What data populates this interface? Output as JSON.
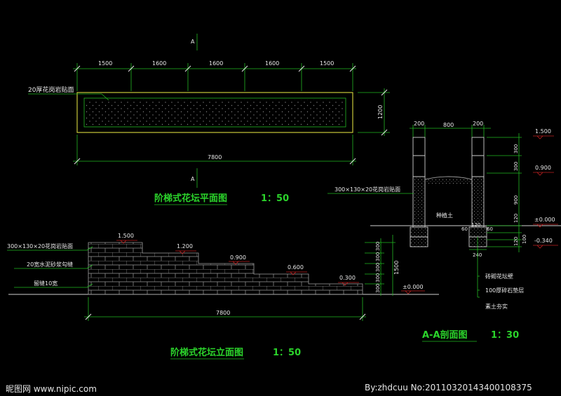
{
  "plan": {
    "section_mark": "A",
    "top_dims": [
      "1500",
      "1600",
      "1600",
      "1600",
      "1500"
    ],
    "total_dim": "7800",
    "side_dim": "1200",
    "callout": "20厚花岗岩贴面",
    "title": "阶梯式花坛平面图",
    "scale": "1：50"
  },
  "elevation": {
    "callouts": [
      "300×130×20花岗岩贴面",
      "20宽水泥砂浆勾缝",
      "留缝10宽"
    ],
    "levels": [
      "1.500",
      "1.200",
      "0.900",
      "0.600",
      "0.300"
    ],
    "base_level": "±0.000",
    "right_dims": [
      "300",
      "300",
      "300",
      "300",
      "300"
    ],
    "total_height": "1500",
    "total_dim": "7800",
    "title": "阶梯式花坛立面图",
    "scale": "1：50"
  },
  "section": {
    "top_dims": [
      "200",
      "800",
      "200"
    ],
    "callout": "300×130×20花岗岩贴面",
    "soil_label": "种植土",
    "right_dims": [
      "300",
      "300",
      "900",
      "120",
      "100",
      "120"
    ],
    "levels": [
      "1.500",
      "0.900",
      "±0.000",
      "-0.340"
    ],
    "bottom_dims": [
      "60",
      "120",
      "60",
      "240"
    ],
    "legend": [
      "砖砌花坛壁",
      "100厚碎石垫层",
      "素土夯实"
    ],
    "title": "A-A剖面图",
    "scale": "1：30"
  },
  "footer": {
    "left": "昵图网 www.nipic.com",
    "right": "By:zhdcuu No:20110320143400108375"
  }
}
